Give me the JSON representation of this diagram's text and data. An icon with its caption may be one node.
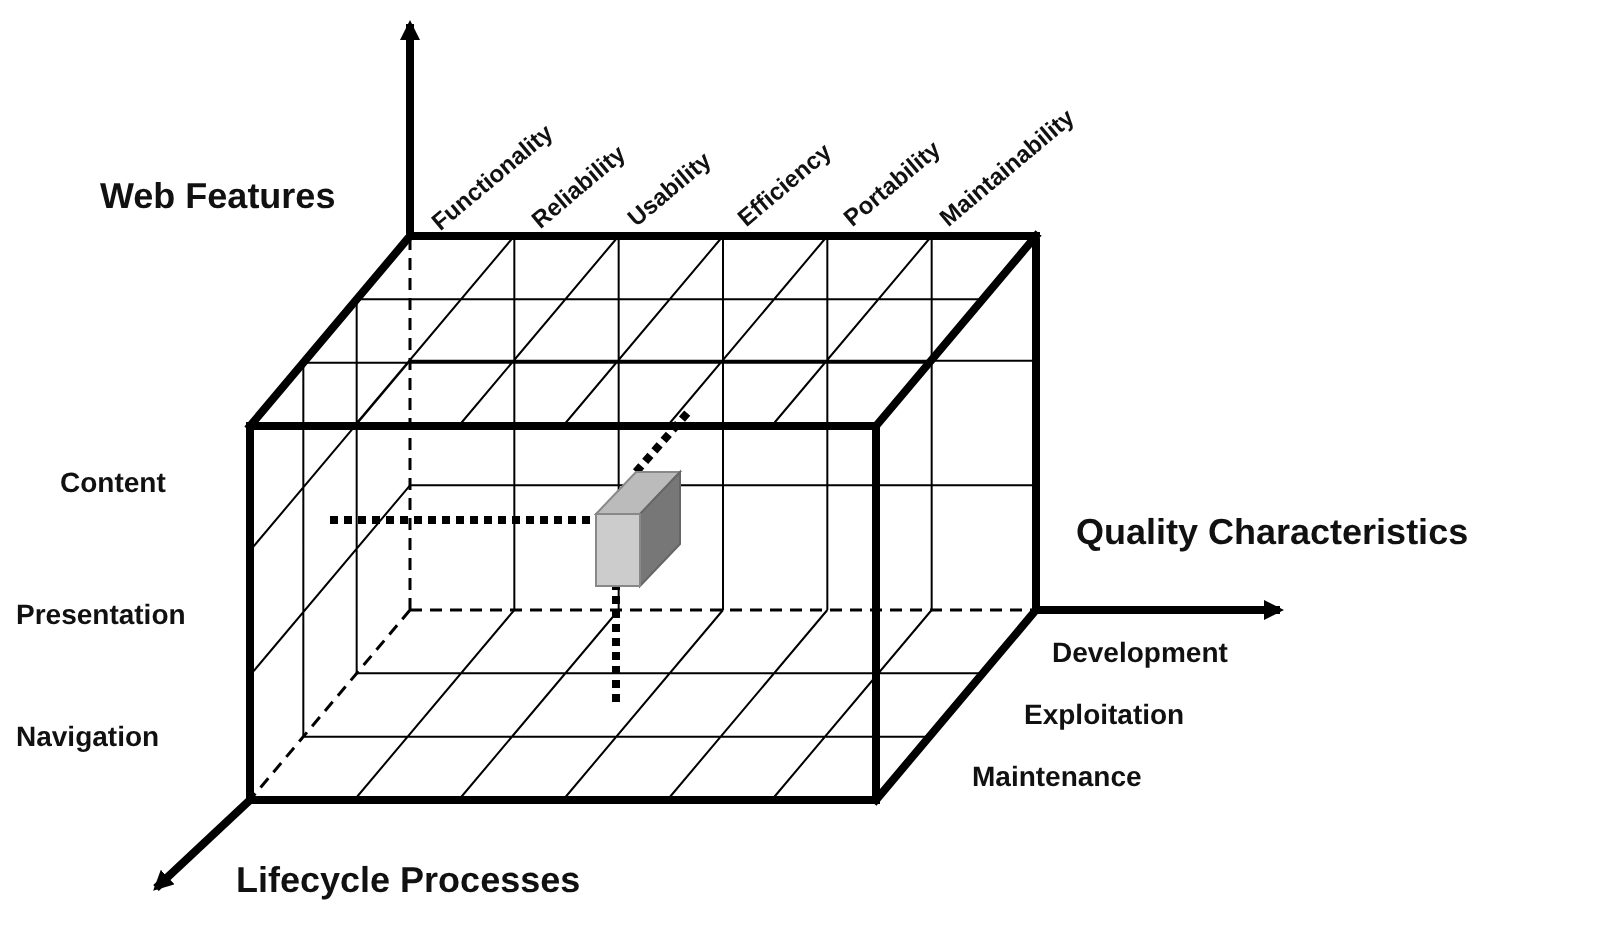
{
  "diagram": {
    "labels": [
      "Functionality",
      "Reliability",
      "Usability",
      "Efficiency",
      "Portability",
      "Maintainability",
      "Web Features",
      "Quality Characteristics",
      "Content",
      "Presentation",
      "Development",
      "Navigation",
      "Exploitation",
      "Maintenance",
      "Lifecycle Processes"
    ]
  }
}
